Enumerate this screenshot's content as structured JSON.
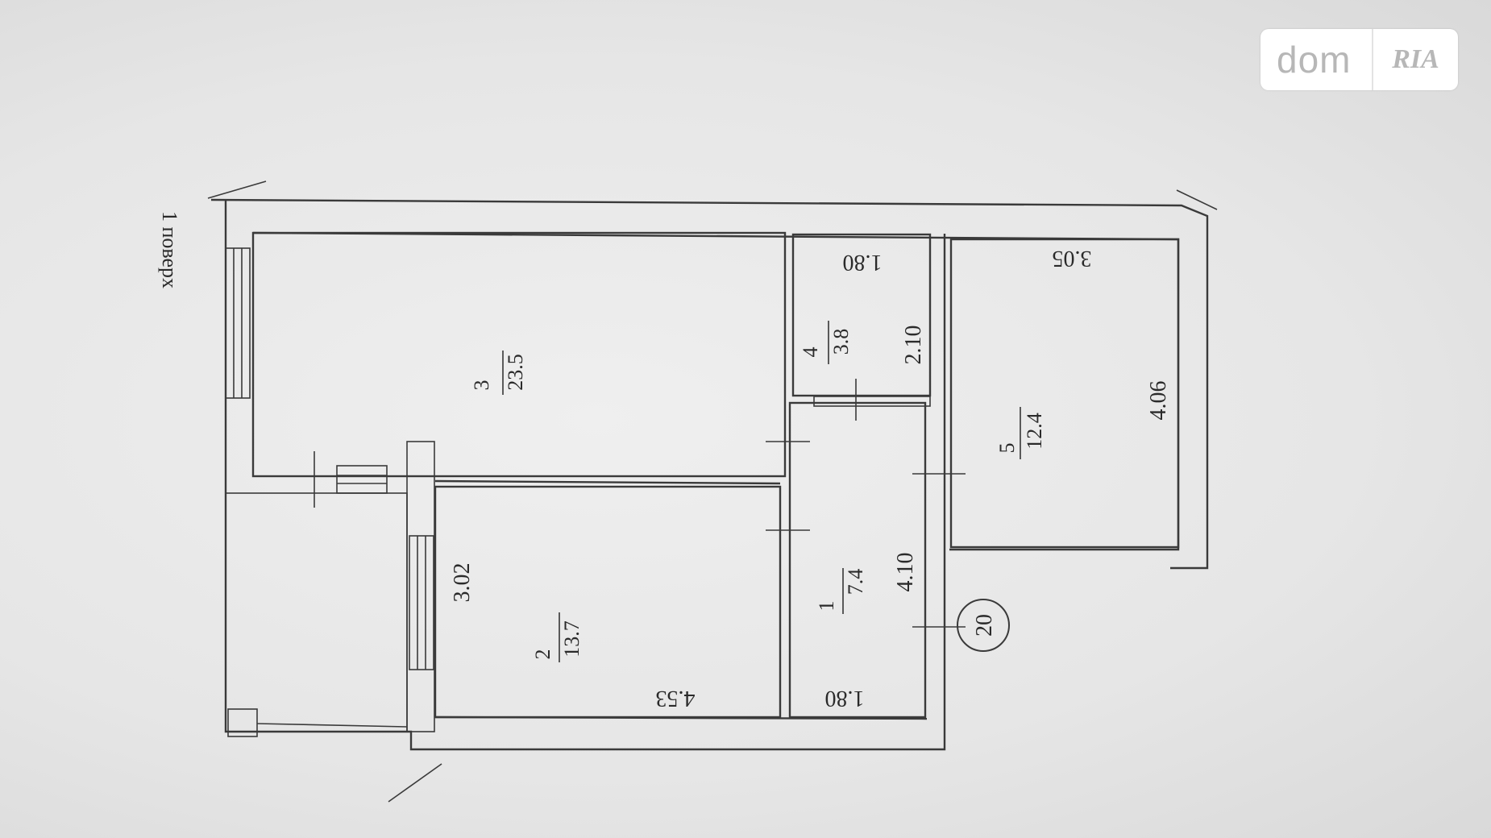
{
  "floor_label": "1 поверх",
  "logo": {
    "dom": "dom",
    "ria": "RIA"
  },
  "stamp": {
    "number": "20",
    "color": "#d34a4a"
  },
  "rooms": [
    {
      "number": "1",
      "area": "7.4"
    },
    {
      "number": "2",
      "area": "13.7"
    },
    {
      "number": "3",
      "area": "23.5"
    },
    {
      "number": "4",
      "area": "3.8"
    },
    {
      "number": "5",
      "area": "12.4"
    }
  ],
  "dimensions": {
    "room1_width": "1.80",
    "room1_height": "4.10",
    "room2_width": "4.53",
    "room2_height": "3.02",
    "room4_width": "1.80",
    "room4_height": "2.10",
    "room5_width": "3.05",
    "room5_height": "4.06"
  }
}
